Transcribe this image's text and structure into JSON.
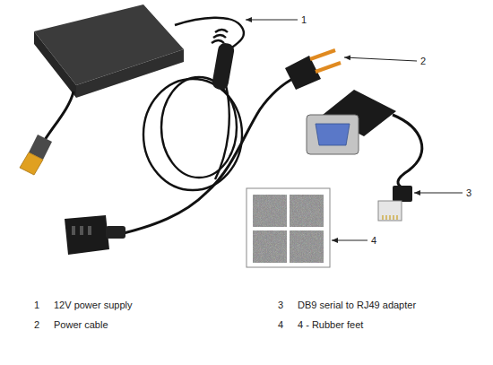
{
  "diagram": {
    "labels": [
      "1",
      "2",
      "3",
      "4",
      "1",
      "12V power supply",
      "2",
      "Power cable",
      "3",
      "DB9 serial to RJ49 adapter",
      "4",
      "4 - Rubber feet"
    ]
  }
}
